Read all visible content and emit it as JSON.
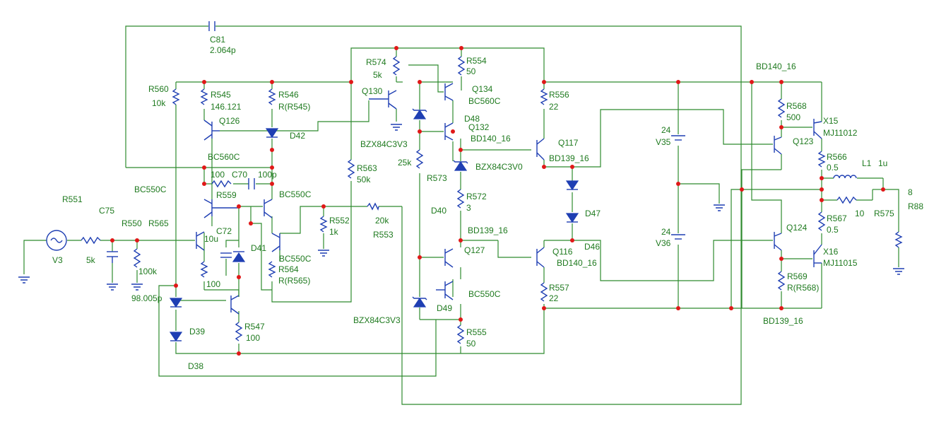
{
  "colors": {
    "wire": "#2e8b2e",
    "component": "#1f3fb3",
    "junction": "#e01818",
    "text": "#1f7a1f",
    "background": "#ffffff"
  },
  "labels": {
    "C81": "C81",
    "C81_val": "2.064p",
    "R560": "R560",
    "R560_val": "10k",
    "R545": "R545",
    "R545_val": "146.121",
    "R546": "R546",
    "R546_val": "R(R545)",
    "Q126": "Q126",
    "BC560C_a": "BC560C",
    "D42": "D42",
    "R574": "R574",
    "R574_val": "5k",
    "R554": "R554",
    "R554_val": "50",
    "Q130": "Q130",
    "Q134": "Q134",
    "BC560C_b": "BC560C",
    "D48": "D48",
    "Q132": "Q132",
    "BD140_16_a": "BD140_16",
    "BZX84C3V3_a": "BZX84C3V3",
    "R556": "R556",
    "R556_val": "22",
    "Q117": "Q117",
    "BD139_16_a": "BD139_16",
    "BD140_16_b": "BD140_16",
    "R568": "R568",
    "R568_val": "500",
    "X15": "X15",
    "MJ11012": "MJ11012",
    "Q123": "Q123",
    "R566": "R566",
    "R566_val": "0.5",
    "L1": "L1",
    "L1_val": "1u",
    "V35_val": "24",
    "V35": "V35",
    "R563": "R563",
    "R563_val": "50k",
    "R573_val": "25k",
    "R573": "R573",
    "BZX84C3V0": "BZX84C3V0",
    "BC550C_a": "BC550C",
    "R551": "R551",
    "C75": "C75",
    "R550": "R550",
    "R565": "R565",
    "R559": "R559",
    "val100_a": "100",
    "C70": "C70",
    "C70_val": "100p",
    "BC550C_b": "BC550C",
    "R552": "R552",
    "R552_val": "1k",
    "R553_val": "20k",
    "R553": "R553",
    "R572": "R572",
    "R572_val": "3",
    "D40": "D40",
    "BD139_16_b": "BD139_16",
    "D47": "D47",
    "R88_val": "8",
    "R88": "R88",
    "R575_val": "10",
    "R575": "R575",
    "R567": "R567",
    "R567_val": "0.5",
    "Q124": "Q124",
    "V36_val": "24",
    "V36": "V36",
    "C72": "C72",
    "C72_val": "10u",
    "D41": "D41",
    "BC550C_c": "BC550C",
    "Q127": "Q127",
    "Q116": "Q116",
    "D46": "D46",
    "BD140_16_c": "BD140_16",
    "X16": "X16",
    "MJ11015": "MJ11015",
    "V3": "V3",
    "R551_val": "5k",
    "R550_val": "100k",
    "R564": "R564",
    "R564_val": "R(R565)",
    "val100_b": "100",
    "R557": "R557",
    "R557_val": "22",
    "R569": "R569",
    "R569_val": "R(R568)",
    "C75_val": "98.005p",
    "D39": "D39",
    "BC550C_d": "BC550C",
    "D49": "D49",
    "BZX84C3V3_b": "BZX84C3V3",
    "R547": "R547",
    "R547_val": "100",
    "R555": "R555",
    "R555_val": "50",
    "BD139_16_c": "BD139_16",
    "D38": "D38"
  }
}
